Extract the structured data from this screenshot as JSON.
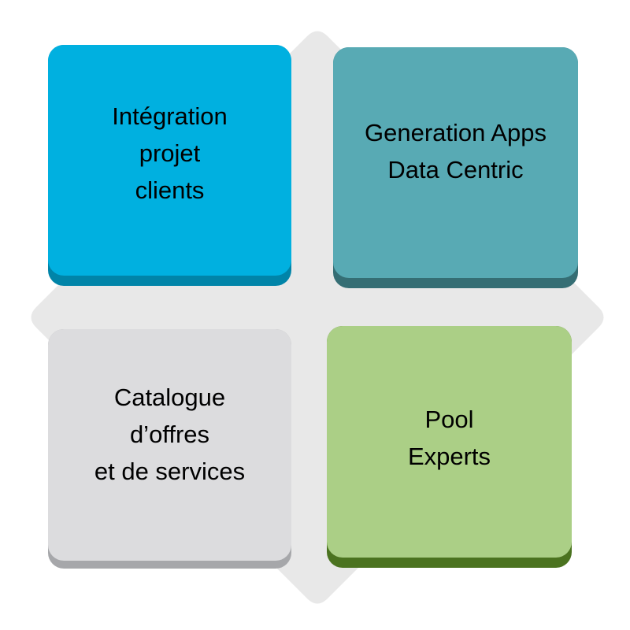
{
  "diagram": {
    "background": {
      "shape": "rounded-diamond",
      "color": "#e8e8e8"
    },
    "tiles": [
      {
        "id": "integration",
        "lines": [
          "Intégration",
          "projet",
          "clients"
        ],
        "text": "Intégration\nprojet\nclients",
        "face_color": "#00b0e0",
        "shadow_color": "#0084a8"
      },
      {
        "id": "generation",
        "lines": [
          "Generation Apps",
          "Data Centric"
        ],
        "text": "Generation Apps\nData Centric",
        "face_color": "#58aab4",
        "shadow_color": "#356e74"
      },
      {
        "id": "catalogue",
        "lines": [
          "Catalogue",
          "d’offres",
          "et de services"
        ],
        "text": "Catalogue\nd’offres\net de services",
        "face_color": "#dcdcde",
        "shadow_color": "#a6a7aa"
      },
      {
        "id": "pool",
        "lines": [
          "Pool",
          "Experts"
        ],
        "text": "Pool\nExperts",
        "face_color": "#abcf86",
        "shadow_color": "#4b7320"
      }
    ]
  }
}
